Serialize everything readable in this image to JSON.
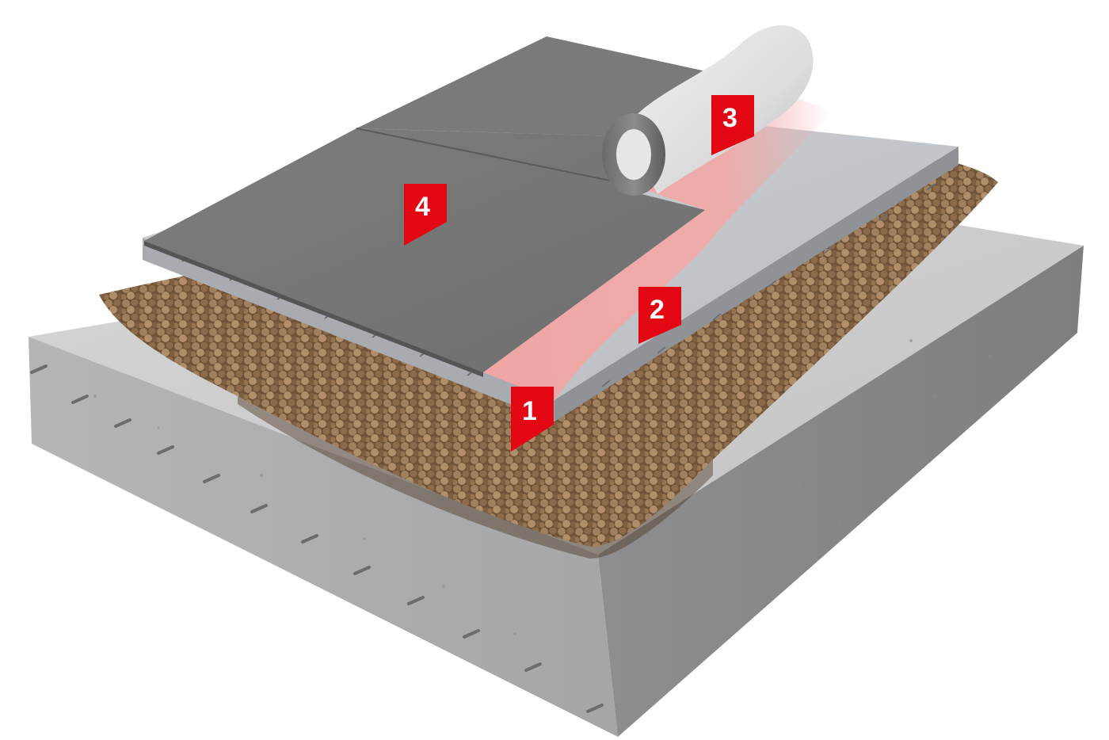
{
  "diagram": {
    "callouts": [
      {
        "id": "1",
        "label": "1"
      },
      {
        "id": "2",
        "label": "2"
      },
      {
        "id": "3",
        "label": "3"
      },
      {
        "id": "4",
        "label": "4"
      }
    ]
  },
  "colors": {
    "callout_red": "#e30613",
    "concrete": "#c9c9c9",
    "concrete_dark": "#9b9b9b",
    "granules": "#8a6a4a",
    "screed": "#c6cacd",
    "primer_pink": "#f2a5a3",
    "membrane": "#757575",
    "fleece_roll": "#e2e2e2"
  }
}
